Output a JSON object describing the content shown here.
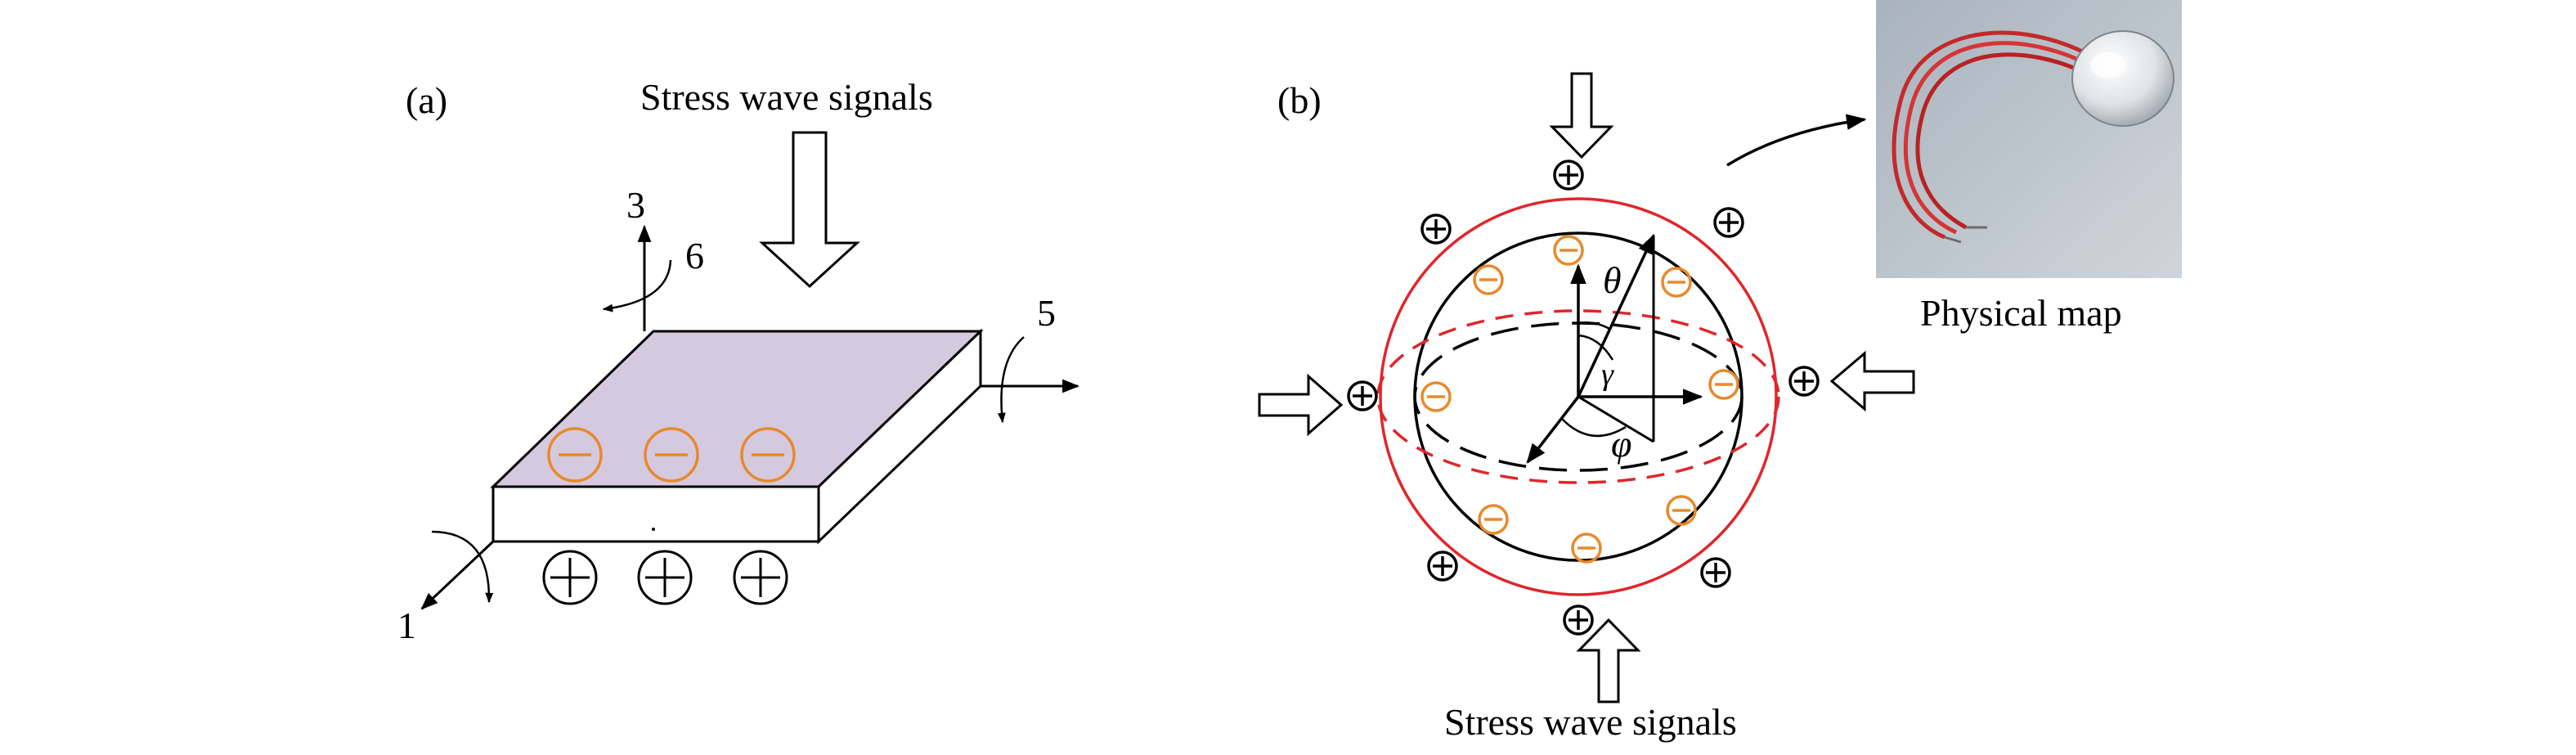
{
  "panel_a": {
    "label": "(a)",
    "title": "Stress wave signals",
    "axis_3": "3",
    "axis_6": "6",
    "axis_5": "5",
    "axis_1": "1"
  },
  "panel_b": {
    "label": "(b)",
    "bottom_title": "Stress wave signals",
    "photo_caption": "Physical map",
    "angle_theta": "θ",
    "angle_gamma": "γ",
    "angle_phi": "φ"
  },
  "colors": {
    "accent_red": "#e0262b",
    "charge_orange": "#e8892b",
    "plate_top": "#d5c9e0"
  },
  "icons": [
    "arrow-down-icon",
    "arrow-up-icon",
    "arrow-right-icon",
    "arrow-left-icon",
    "plus-charge-icon",
    "minus-charge-icon"
  ]
}
